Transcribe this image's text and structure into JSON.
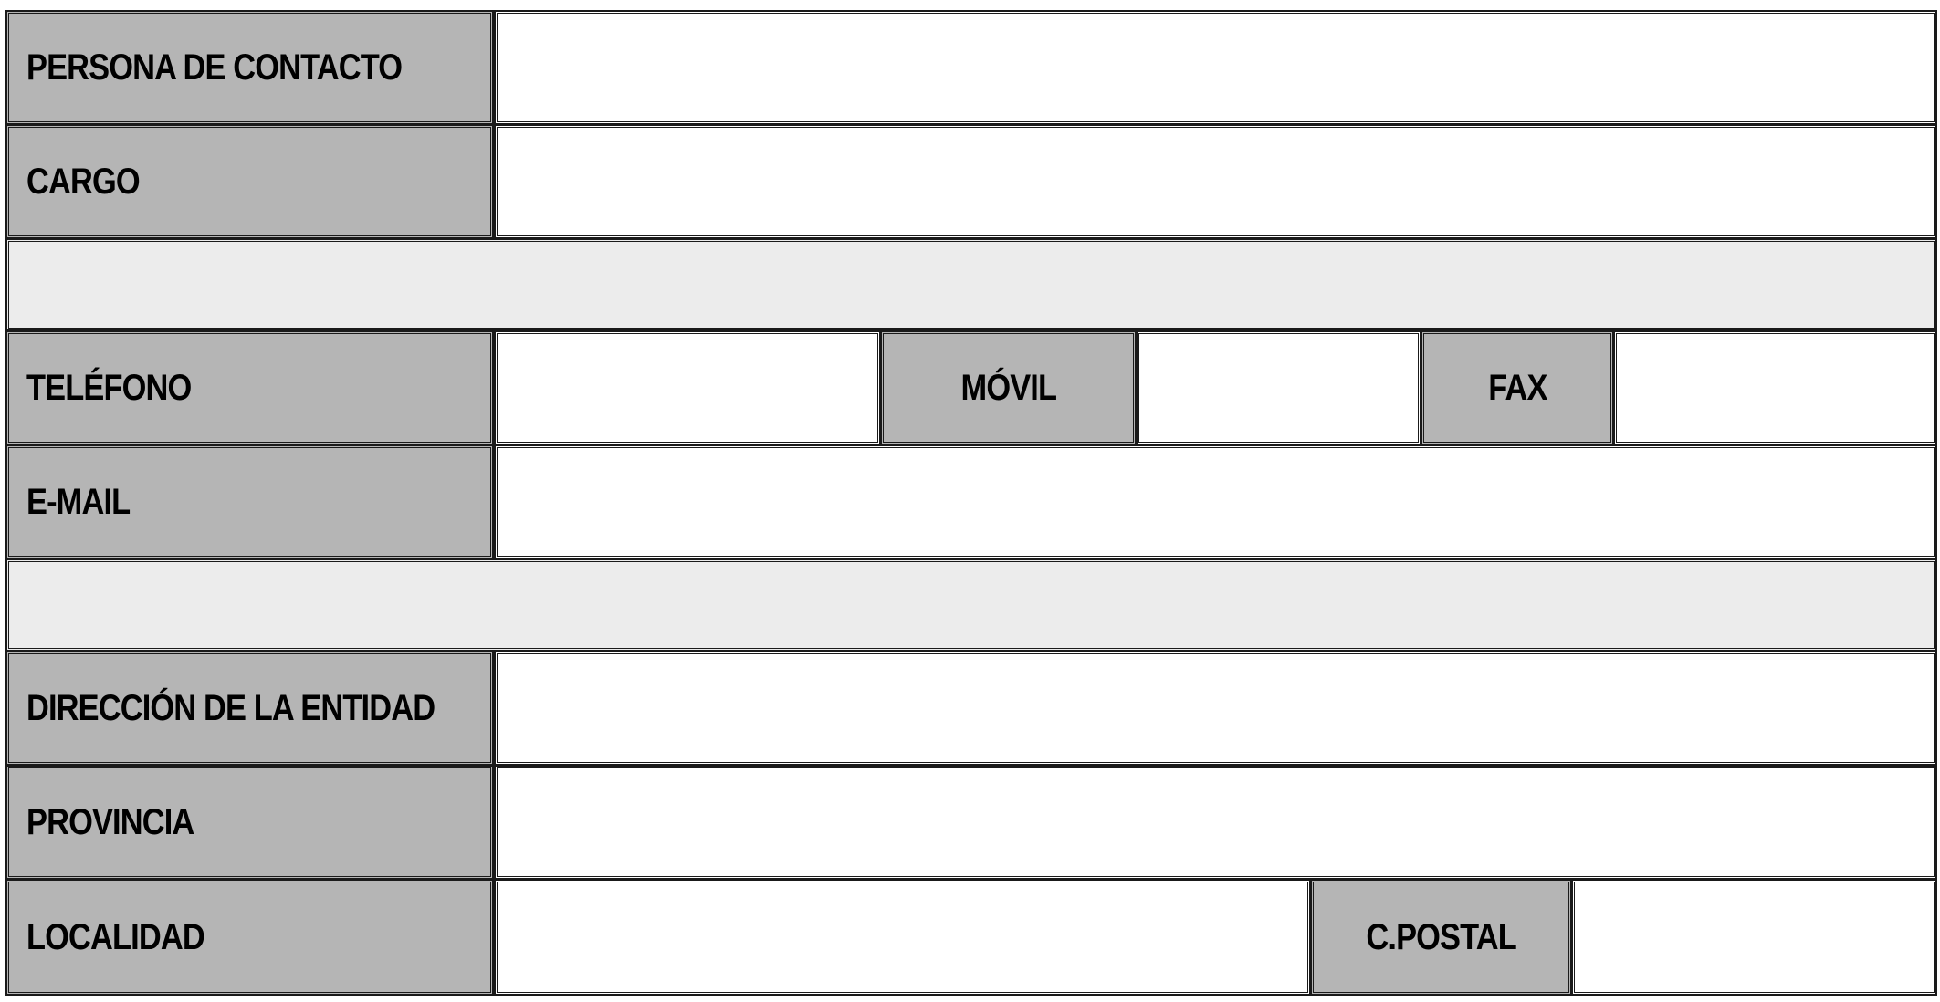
{
  "form": {
    "labels": {
      "contact_person": "PERSONA DE CONTACTO",
      "position": "CARGO",
      "phone": "TELÉFONO",
      "mobile": "MÓVIL",
      "fax": "FAX",
      "email": "E-MAIL",
      "address": "DIRECCIÓN DE LA ENTIDAD",
      "province": "PROVINCIA",
      "locality": "LOCALIDAD",
      "postal_code": "C.POSTAL"
    },
    "values": {
      "contact_person": "",
      "position": "",
      "phone": "",
      "mobile": "",
      "fax": "",
      "email": "",
      "address": "",
      "province": "",
      "locality": "",
      "postal_code": ""
    },
    "colors": {
      "label_background": "#b5b5b5",
      "spacer_background": "#ececec",
      "field_background": "#ffffff",
      "border": "#1a1a1a"
    }
  }
}
